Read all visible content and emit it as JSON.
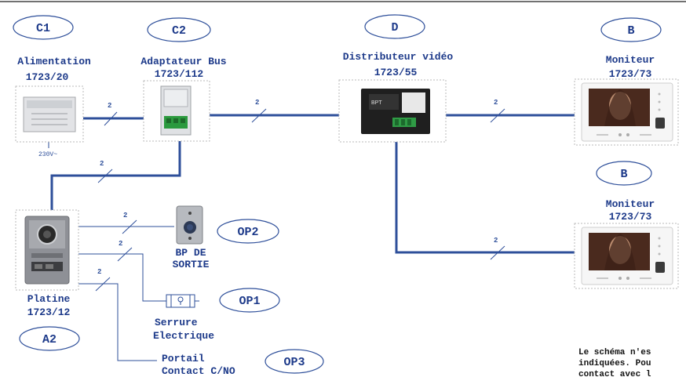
{
  "badges": {
    "c1": "C1",
    "c2": "C2",
    "d": "D",
    "b1": "B",
    "b2": "B",
    "a2": "A2",
    "op1": "OP1",
    "op2": "OP2",
    "op3": "OP3"
  },
  "labels": {
    "alimentation": "Alimentation",
    "alimentation_ref": "1723/20",
    "voltage": "230V~",
    "adaptateur": "Adaptateur Bus",
    "adaptateur_ref": "1723/112",
    "distributeur": "Distributeur vidéo",
    "distributeur_ref": "1723/55",
    "moniteur1": "Moniteur",
    "moniteur1_ref": "1723/73",
    "moniteur2": "Moniteur",
    "moniteur2_ref": "1723/73",
    "platine": "Platine",
    "platine_ref": "1723/12",
    "bp_line1": "BP DE",
    "bp_line2": "SORTIE",
    "serrure_line1": "Serrure",
    "serrure_line2": "Electrique",
    "portail_line1": "Portail",
    "portail_line2": "Contact C/NO"
  },
  "wire_count": "2",
  "note": {
    "line1": "Le schéma n'es",
    "line2": "indiquées. Pou",
    "line3": "contact avec l"
  },
  "colors": {
    "wire": "#2e4f9a",
    "label": "#1d3a8a"
  }
}
